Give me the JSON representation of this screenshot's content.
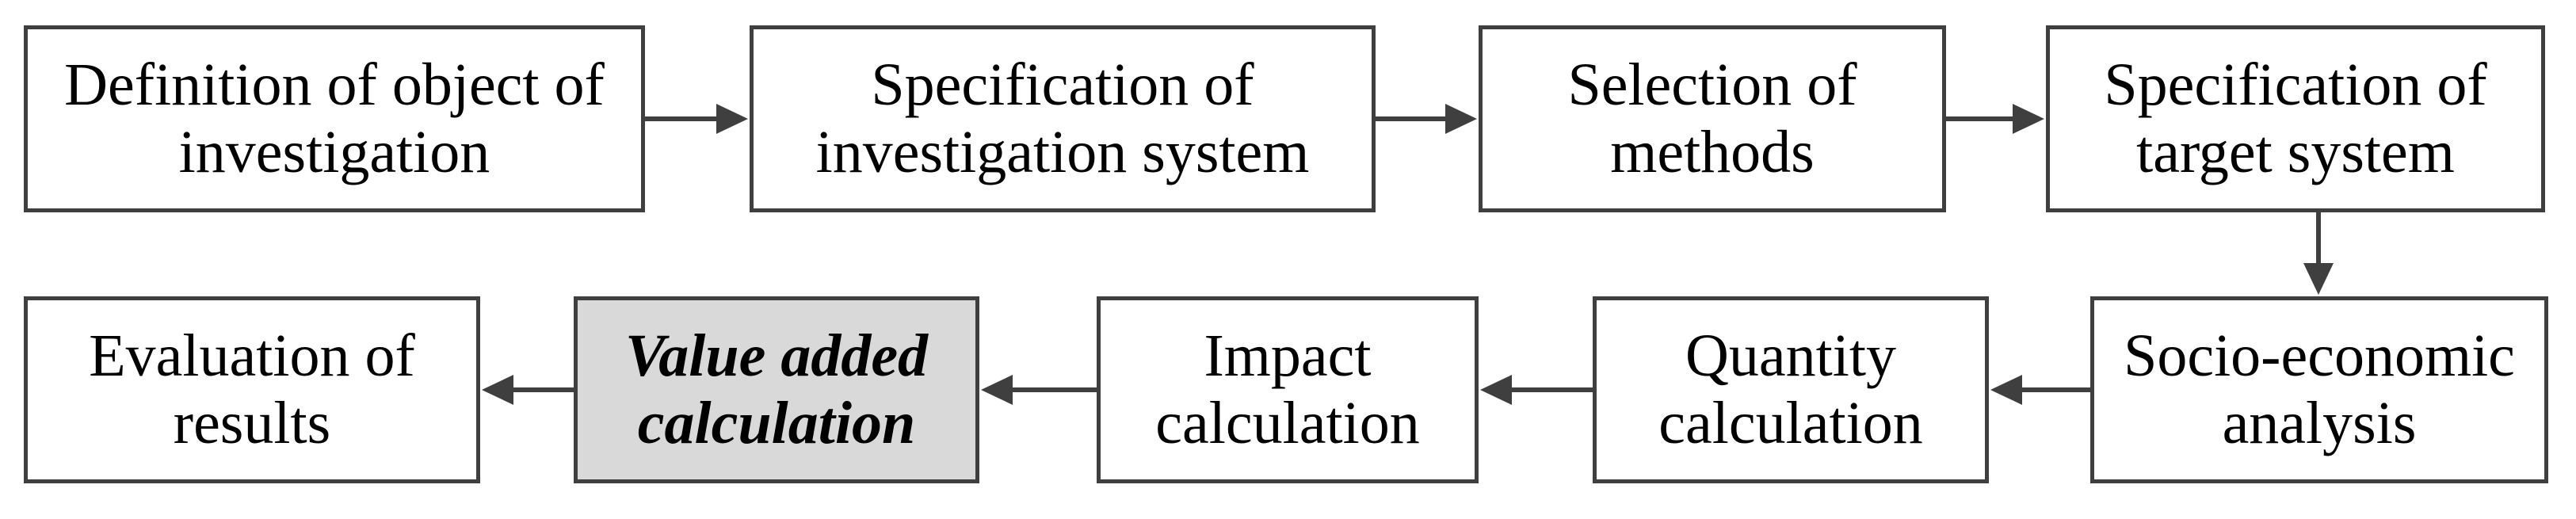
{
  "diagram": {
    "boxes": [
      {
        "id": "b1",
        "lines": [
          "Definition of object of",
          "investigation"
        ]
      },
      {
        "id": "b2",
        "lines": [
          "Specification of",
          "investigation system"
        ]
      },
      {
        "id": "b3",
        "lines": [
          "Selection of",
          "methods"
        ]
      },
      {
        "id": "b4",
        "lines": [
          "Specification of",
          "target system"
        ]
      },
      {
        "id": "b5",
        "lines": [
          "Socio-economic",
          "analysis"
        ]
      },
      {
        "id": "b6",
        "lines": [
          "Quantity",
          "calculation"
        ]
      },
      {
        "id": "b7",
        "lines": [
          "Impact",
          "calculation"
        ]
      },
      {
        "id": "b8",
        "lines": [
          "Value added",
          "calculation"
        ],
        "highlighted": true
      },
      {
        "id": "b9",
        "lines": [
          "Evaluation of",
          "results"
        ]
      }
    ],
    "flow": [
      "b1",
      "b2",
      "b3",
      "b4",
      "b5",
      "b6",
      "b7",
      "b8",
      "b9"
    ],
    "colors": {
      "border": "#3f3f3f",
      "arrow": "#3f3f3f",
      "highlight_fill": "#d9d9d9",
      "text": "#000000"
    }
  }
}
